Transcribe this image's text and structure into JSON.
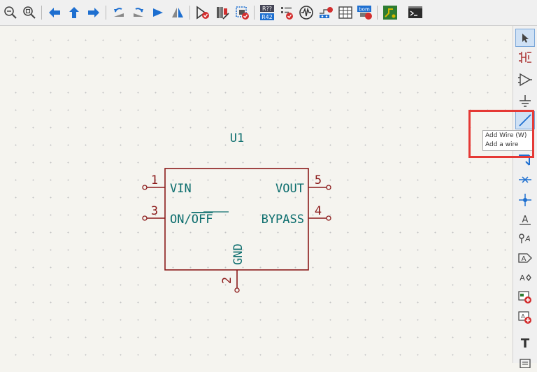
{
  "toolbar": {
    "icons": [
      "zoom-out-icon",
      "zoom-fit-icon",
      "arrow-left-icon",
      "arrow-up-icon",
      "arrow-right-icon",
      "rotate-ccw-icon",
      "rotate-cw-icon",
      "mirror-horizontal-icon",
      "mirror-vertical-icon",
      "erc-icon",
      "symbol-editor-icon",
      "annotate-icon",
      "r42-icon",
      "fields-icon",
      "simulator-icon",
      "footprint-assign-icon",
      "table-icon",
      "bom-icon",
      "pcb-icon",
      "scripting-console-icon"
    ],
    "r42_top": "R??",
    "r42_bottom": "R42",
    "bom_label": "bom"
  },
  "right_toolbar": {
    "icons": [
      "select-arrow-icon",
      "add-symbol-icon",
      "add-power-icon",
      "add-ground-icon",
      "add-wire-icon",
      "add-bus-icon",
      "add-no-connect-icon",
      "add-junction-icon",
      "add-label-icon",
      "add-net-class-icon",
      "add-global-label-icon",
      "add-hierarchical-label-icon",
      "add-sheet-icon",
      "import-sheet-pin-icon",
      "add-text-icon",
      "add-textbox-icon"
    ],
    "label_text": "A",
    "text_tool": "T"
  },
  "tooltip": {
    "title": "Add Wire",
    "shortcut": "(W)",
    "description": "Add a wire"
  },
  "symbol": {
    "reference": "U1",
    "pins": [
      {
        "number": "1",
        "name": "VIN"
      },
      {
        "number": "3",
        "name": "ON/OFF"
      },
      {
        "number": "5",
        "name": "VOUT"
      },
      {
        "number": "4",
        "name": "BYPASS"
      },
      {
        "number": "2",
        "name": "GND"
      }
    ],
    "on_part": "ON/",
    "off_part": "OFF"
  },
  "colors": {
    "symbol_body": "#8b1a1a",
    "pin_name": "#0d6e6e",
    "highlight": "#e53935",
    "toolbar_blue": "#1e6fd0"
  }
}
